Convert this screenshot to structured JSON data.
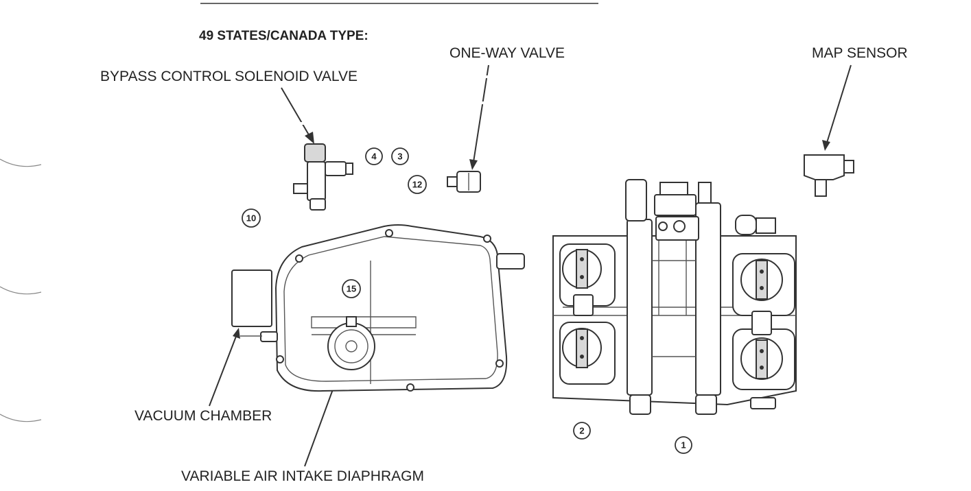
{
  "header": {
    "title": "49 STATES/CANADA TYPE:"
  },
  "labels": {
    "one_way_valve": "ONE-WAY VALVE",
    "map_sensor": "MAP SENSOR",
    "bypass_solenoid": "BYPASS CONTROL SOLENOID VALVE",
    "vacuum_chamber": "VACUUM CHAMBER",
    "diaphragm": "VARIABLE AIR INTAKE DIAPHRAGM"
  },
  "hose_numbers": {
    "h1": "1",
    "h2": "2",
    "h3": "3",
    "h4": "4",
    "h10": "10",
    "h12": "12",
    "h15": "15"
  },
  "colors": {
    "ink": "#333333",
    "paper": "#ffffff"
  }
}
